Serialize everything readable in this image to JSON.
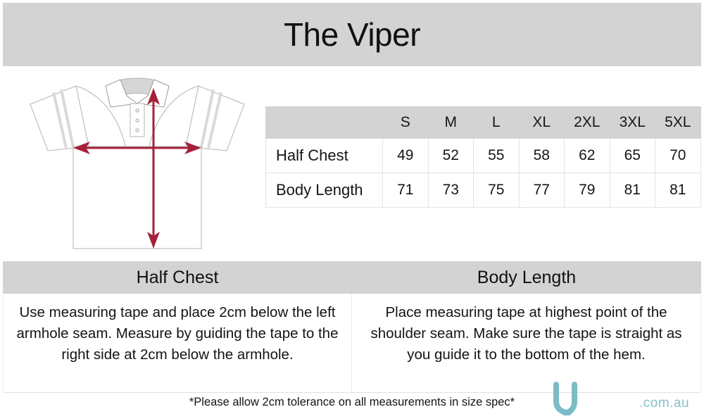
{
  "header": {
    "title": "The Viper"
  },
  "diagram": {
    "name": "polo-shirt-measurement-diagram",
    "arrows": [
      {
        "name": "half-chest-arrow",
        "orientation": "horizontal",
        "color": "#a52139"
      },
      {
        "name": "body-length-arrow",
        "orientation": "vertical",
        "color": "#a52139"
      }
    ],
    "outline_color": "#b0b0b0",
    "stripe_color": "#d8d8d8"
  },
  "size_table": {
    "corner_label": "",
    "sizes": [
      "S",
      "M",
      "L",
      "XL",
      "2XL",
      "3XL",
      "5XL"
    ],
    "rows": [
      {
        "label": "Half Chest",
        "values": [
          "49",
          "52",
          "55",
          "58",
          "62",
          "65",
          "70"
        ]
      },
      {
        "label": "Body Length",
        "values": [
          "71",
          "73",
          "75",
          "77",
          "79",
          "81",
          "81"
        ]
      }
    ],
    "header_bg": "#d3d3d3"
  },
  "panels": [
    {
      "title": "Half Chest",
      "text": "Use measuring tape and place 2cm below the left armhole seam. Measure by guiding the tape to the right side at 2cm below the armhole."
    },
    {
      "title": "Body Length",
      "text": "Place measuring tape at highest point of the shoulder seam. Make sure the tape is straight as you guide it to the bottom of the hem."
    }
  ],
  "footer": {
    "note": "*Please allow 2cm tolerance on all measurements in size spec*"
  },
  "watermark": {
    "suffix_text": ".com.au",
    "color": "#86c0c9"
  }
}
